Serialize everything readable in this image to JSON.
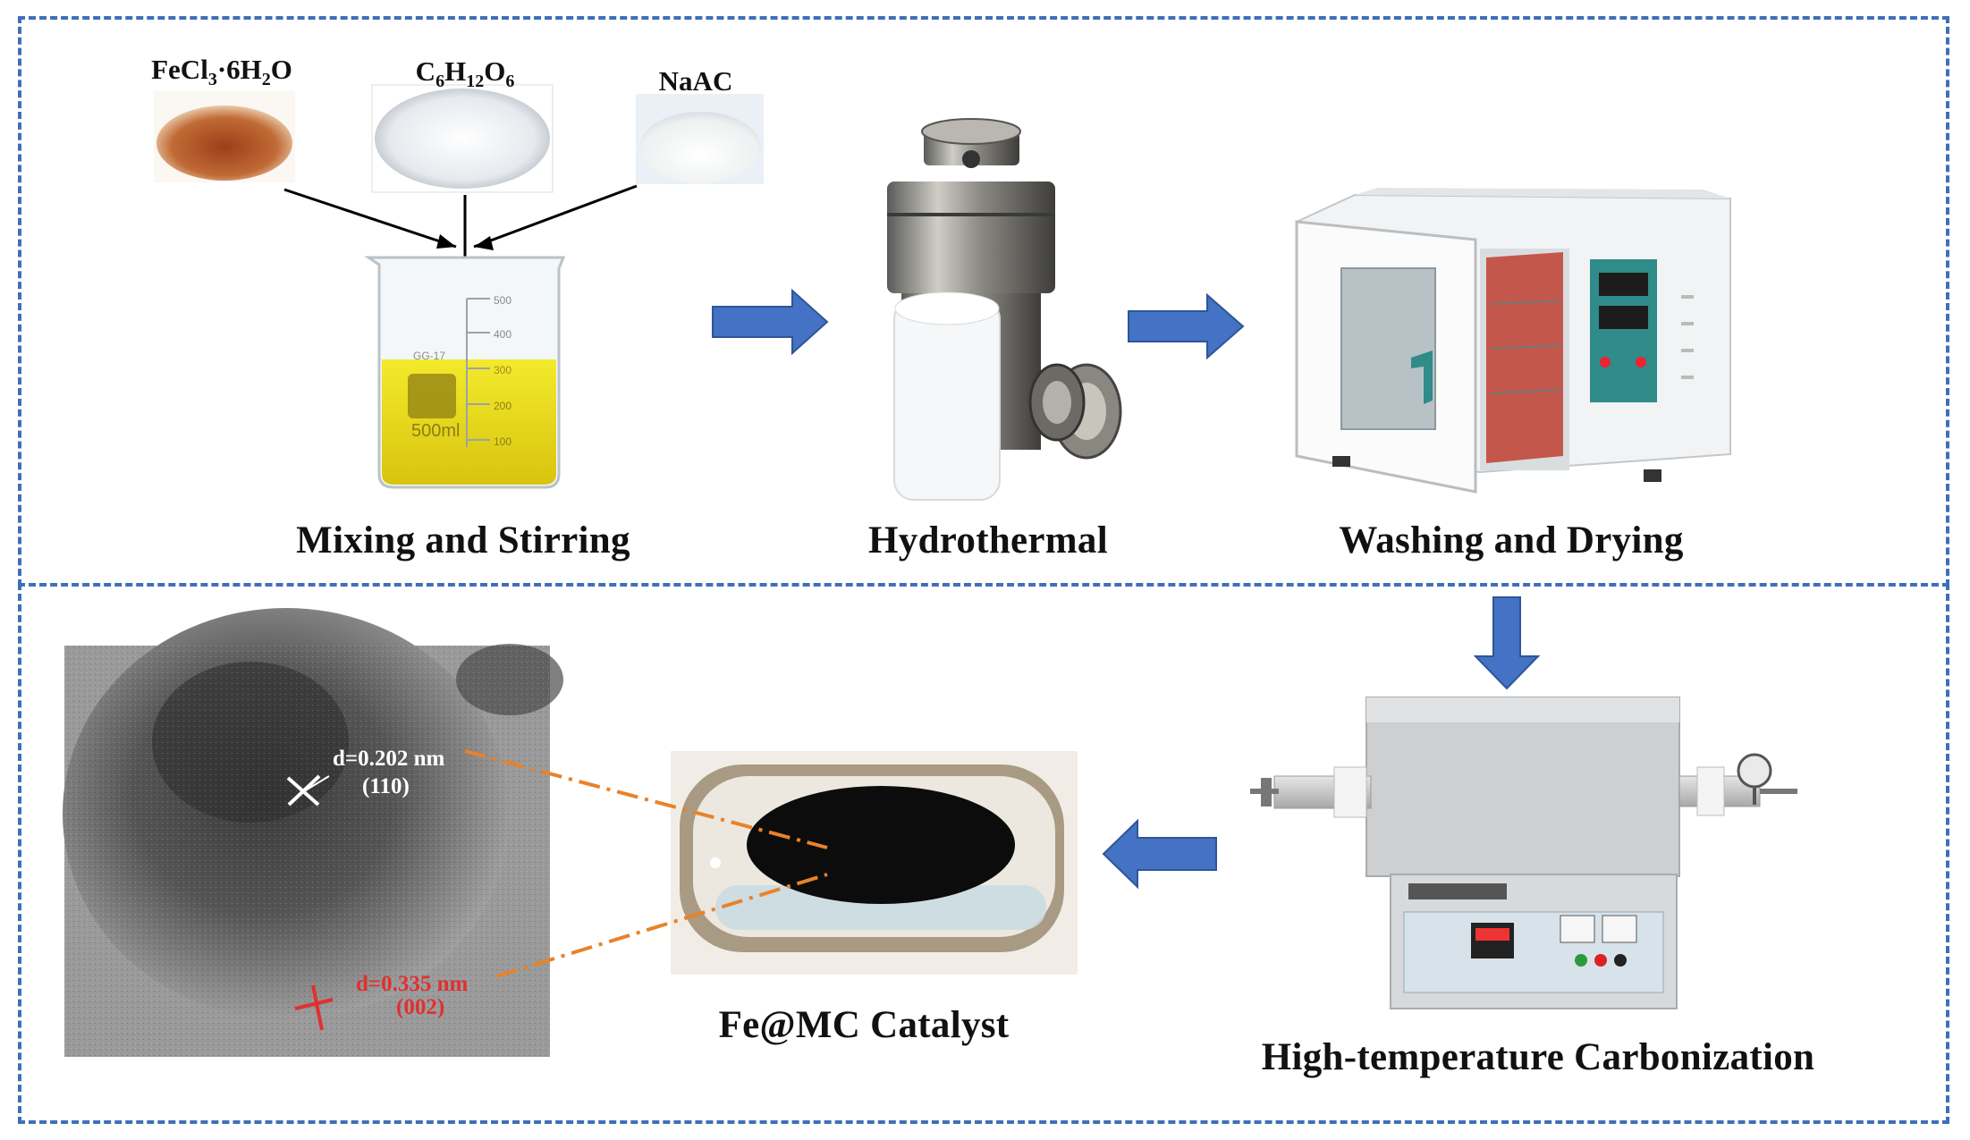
{
  "reagents": [
    {
      "formula_main": "FeCl",
      "sub1": "3",
      "mid": "·6H",
      "sub2": "2",
      "end": "O",
      "color": "#b0552a"
    },
    {
      "formula_main": "C",
      "sub1": "6",
      "mid": "H",
      "sub2": "12",
      "end": "O",
      "sub3": "6",
      "color": "#e8ecf0"
    },
    {
      "formula_main": "NaAC",
      "color": "#f4f6f6"
    }
  ],
  "stages": {
    "mixing": "Mixing and Stirring",
    "hydrothermal": "Hydrothermal",
    "washing": "Washing and Drying",
    "carbonization": "High-temperature Carbonization",
    "catalyst": "Fe@MC Catalyst"
  },
  "beaker": {
    "volume_mark": "500ml",
    "glass_mark": "GG-17",
    "ticks": [
      "500",
      "400",
      "300",
      "200",
      "100"
    ]
  },
  "tem": {
    "d1": "d=0.202 nm",
    "plane1": "(110)",
    "d2": "d=0.335 nm",
    "plane2": "(002)"
  },
  "colors": {
    "arrow": "#4472c4",
    "frame": "#3f6fb8",
    "tem_red": "#e03030",
    "guide_orange": "#e8822a"
  }
}
